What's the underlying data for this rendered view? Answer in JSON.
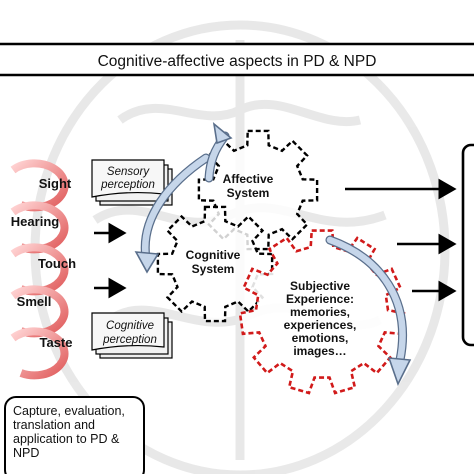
{
  "header": {
    "title": "Cognitive-affective aspects in PD & NPD"
  },
  "senses": [
    "Sight",
    "Hearing",
    "Touch",
    "Smell",
    "Taste"
  ],
  "cards": {
    "sensory": [
      "Sensory",
      "perception"
    ],
    "cognitive": [
      "Cognitive",
      "perception"
    ]
  },
  "gears": {
    "affective": [
      "Affective",
      "System"
    ],
    "cognitive": [
      "Cognitive",
      "System"
    ],
    "subjective": [
      "Subjective",
      "Experience:",
      "memories,",
      "experiences,",
      "emotions,",
      "images…"
    ]
  },
  "footer": {
    "capture": [
      "Capture, evaluation,",
      "translation and",
      "application to PD &",
      "NPD"
    ]
  },
  "colors": {
    "red_ring": "#e06060",
    "red_dash": "#d11a1a",
    "blue_arrow": "#b9cce4",
    "gear_dash": "#000000"
  }
}
